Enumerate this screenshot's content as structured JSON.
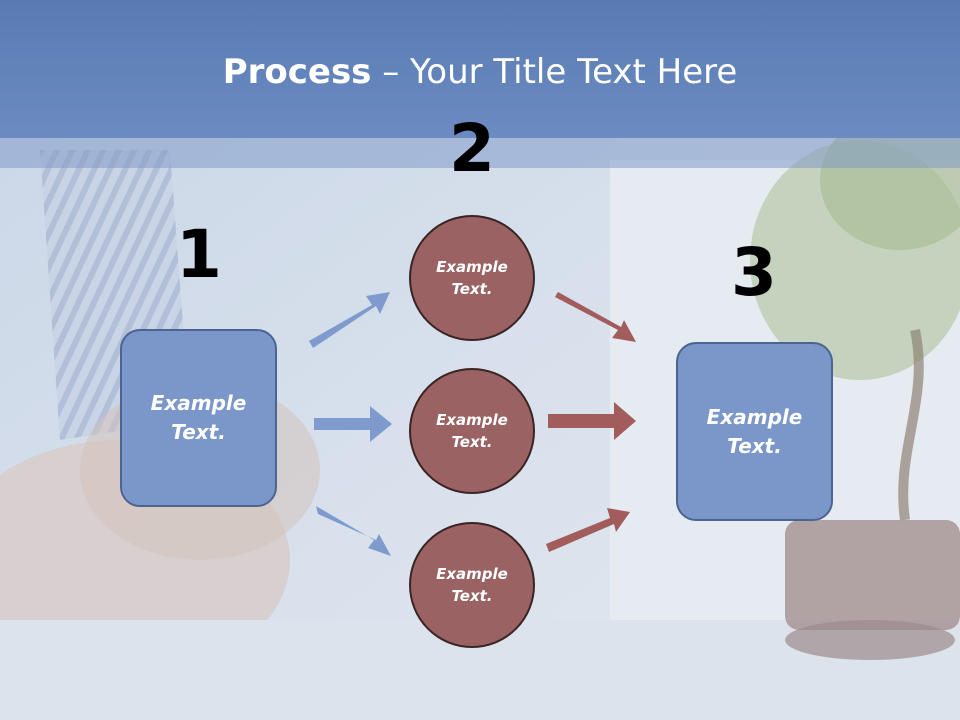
{
  "slide": {
    "title_bold": "Process",
    "title_rest": " – Your Title Text Here"
  },
  "steps": [
    {
      "number": "1",
      "line1": "Example",
      "line2": "Text."
    },
    {
      "number": "2"
    },
    {
      "number": "3",
      "line1": "Example",
      "line2": "Text."
    }
  ],
  "circles": [
    {
      "line1": "Example",
      "line2": "Text."
    },
    {
      "line1": "Example",
      "line2": "Text."
    },
    {
      "line1": "Example",
      "line2": "Text."
    }
  ],
  "colors": {
    "header": "#6b8bc2",
    "box_fill": "#7b97c9",
    "circle_fill": "#9a6262",
    "arrow_blue": "#7f9bcd",
    "arrow_red": "#a35c5c"
  }
}
